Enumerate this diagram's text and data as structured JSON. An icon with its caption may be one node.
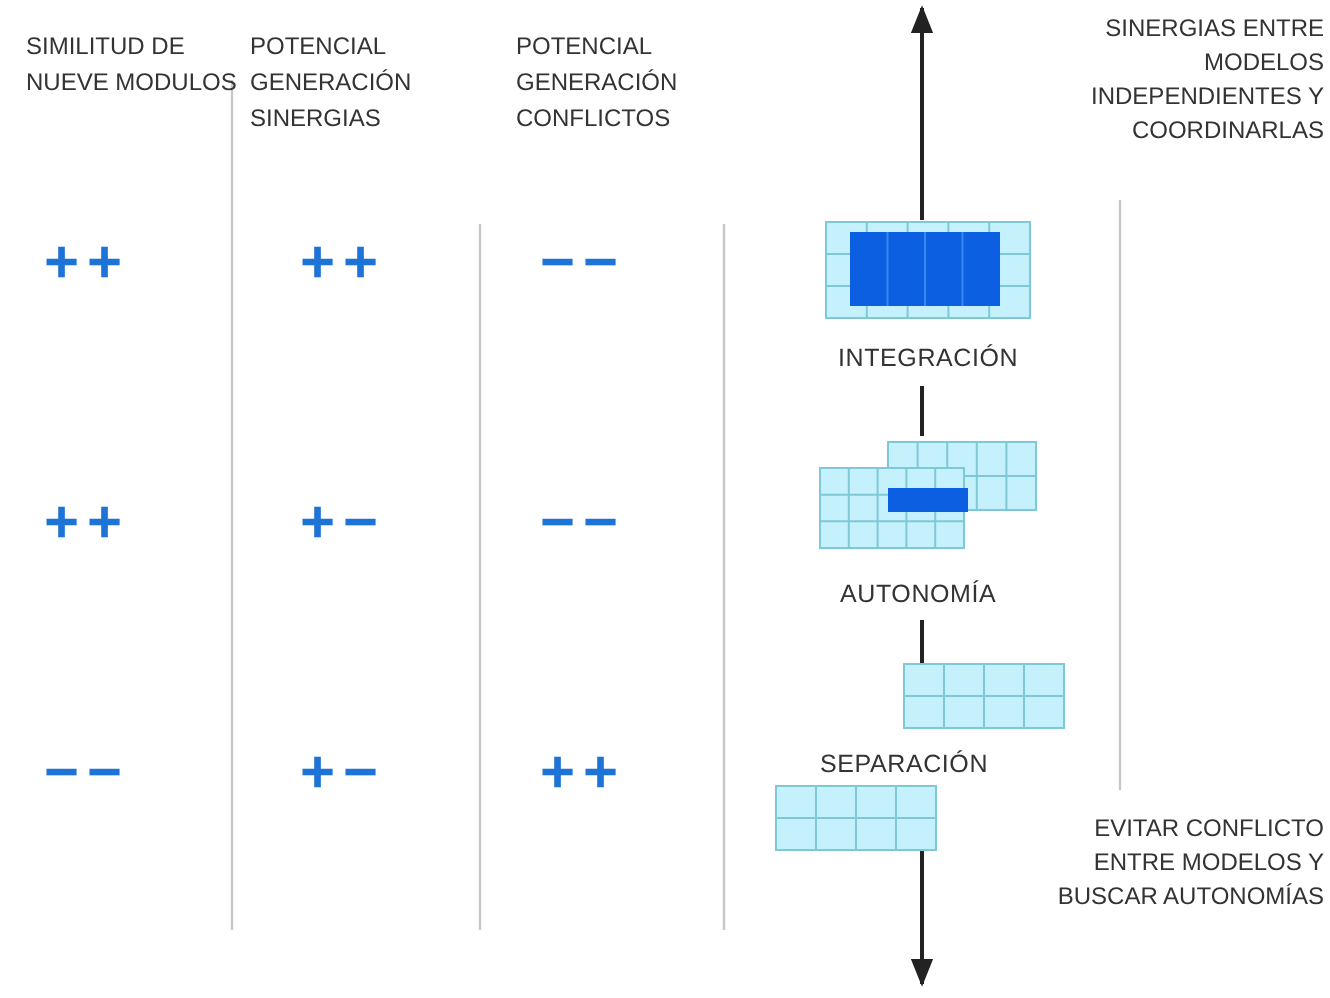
{
  "diagram": {
    "labels": [
      "SIMILITUD DE NUEVE MODULOS",
      "POTENCIAL GENERACIÓN SINERGIAS",
      "POTENCIAL GENERACIÓN CONFLICTOS",
      "++",
      "++",
      "−−",
      "++",
      "+−",
      "−−",
      "−−",
      "+−",
      "++",
      "INTEGRACIÓN",
      "AUTONOMÍA",
      "SEPARACIÓN",
      "SINERGIAS ENTRE MODELOS INDEPENDIENTES Y COORDINARLAS",
      "EVITAR CONFLICTO ENTRE MODELOS Y BUSCAR AUTONOMÍAS"
    ]
  }
}
